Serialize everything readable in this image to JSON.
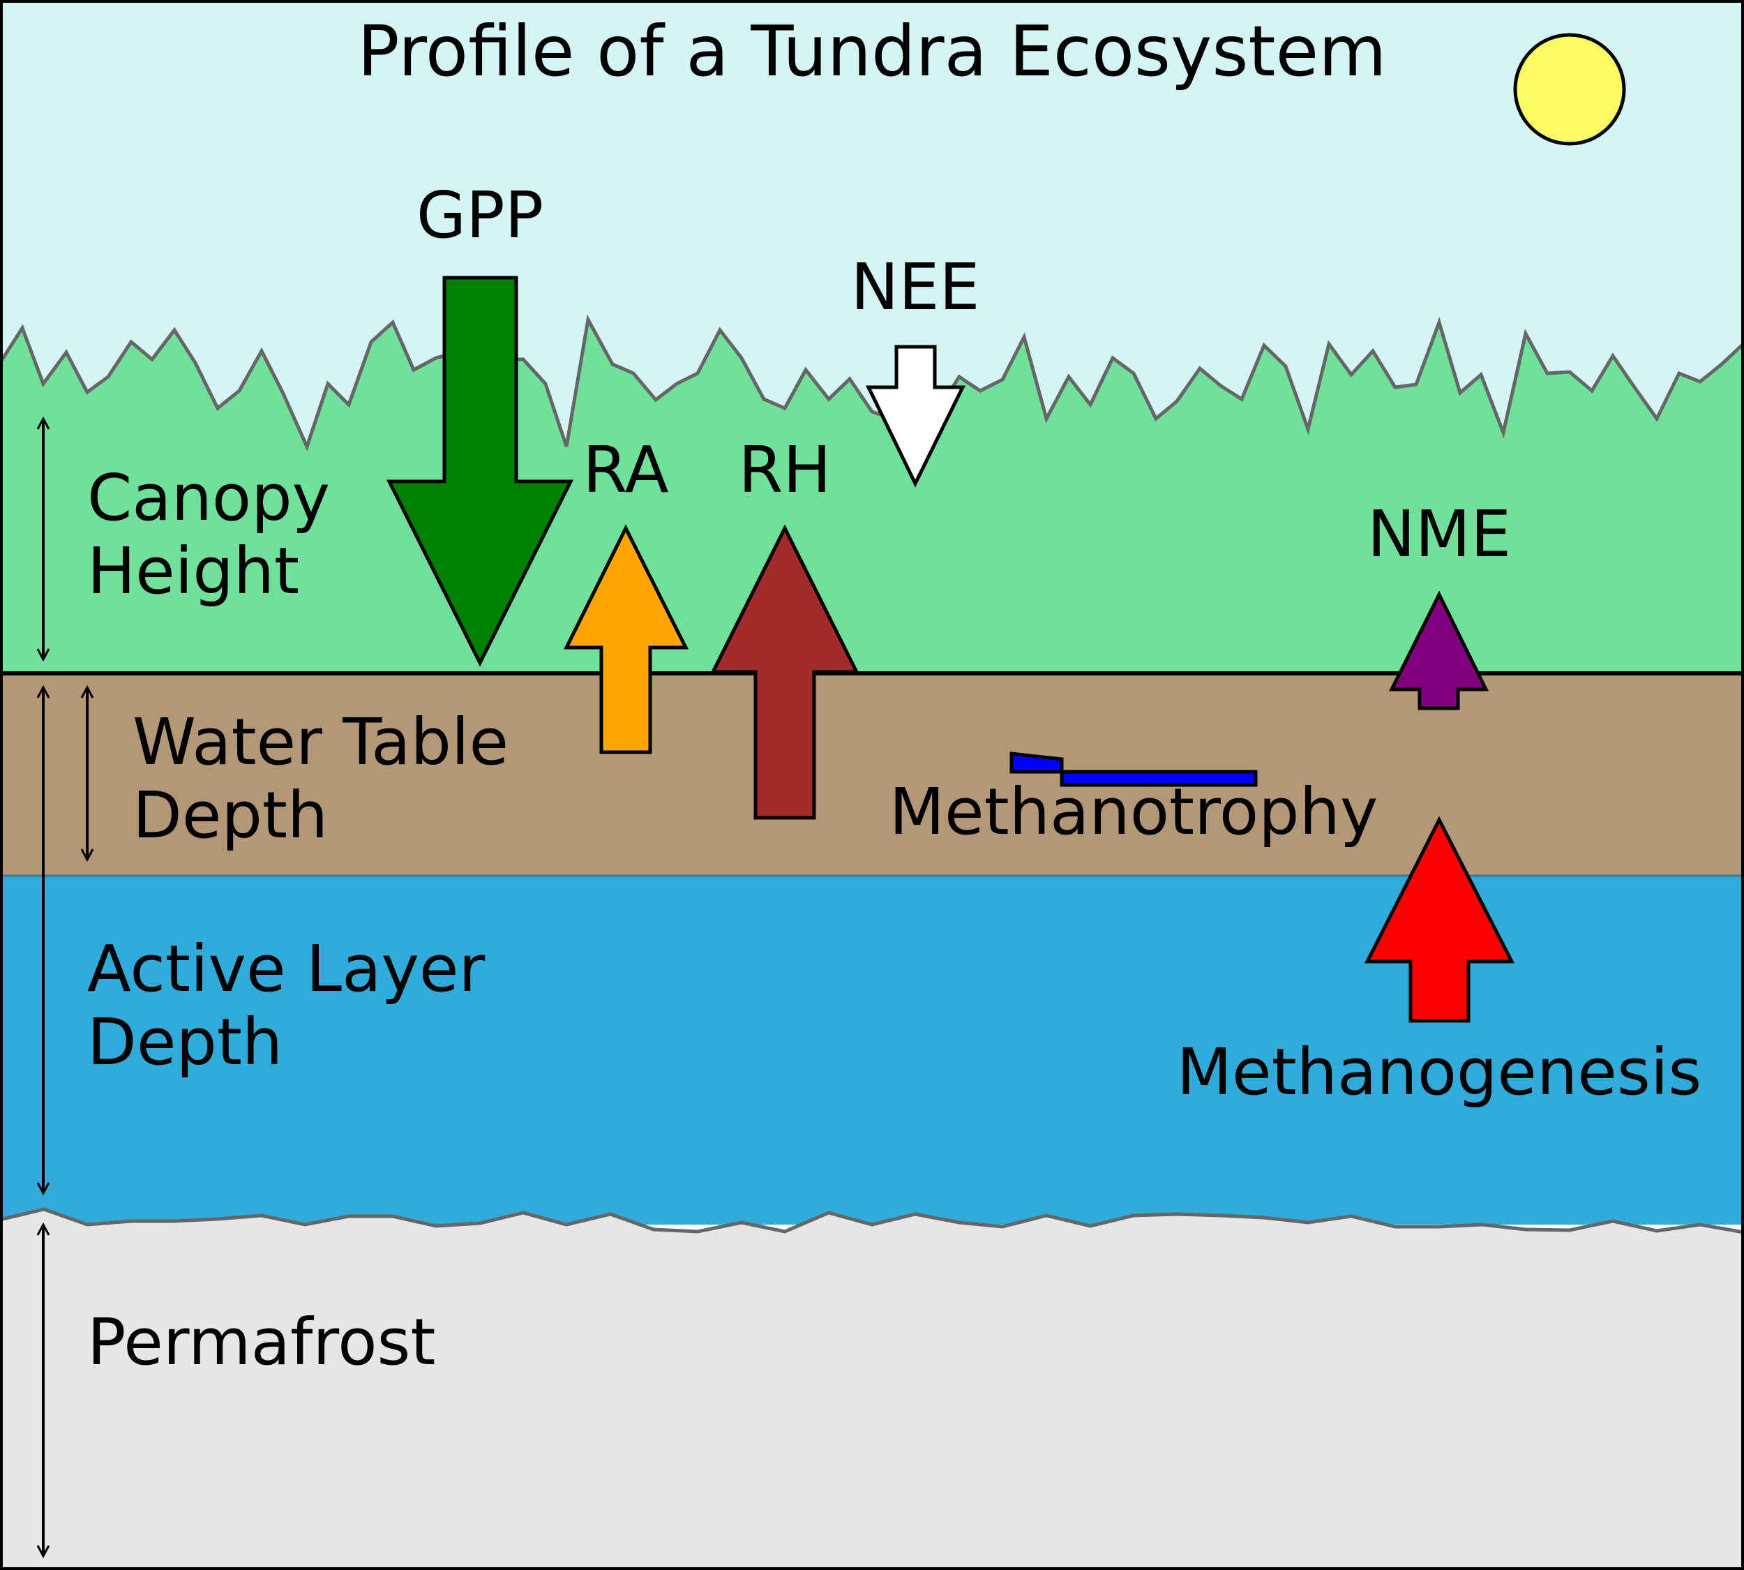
{
  "title": "Profile of a Tundra Ecosystem",
  "colors": {
    "sky": "#d4f4f6",
    "canopy": "#70e19a",
    "canopy_outline": "#666666",
    "soil": "#b39776",
    "water": "#31abda",
    "permafrost": "#e7e6e4",
    "sun": "#fbfb64",
    "gpp": "#008000",
    "ra": "#ffa500",
    "rh": "#a52a2a",
    "nee": "#ffffff",
    "nme": "#800080",
    "methanotrophy": "#0000ff",
    "methanogenesis": "#ff0000"
  },
  "icons": {
    "sun": "sun-icon"
  },
  "layers": {
    "canopy": [
      "Canopy",
      "Height"
    ],
    "water_table": [
      "Water Table",
      "Depth"
    ],
    "active_layer": [
      "Active Layer",
      "Depth"
    ],
    "permafrost": [
      "Permafrost"
    ]
  },
  "fluxes": {
    "gpp": "GPP",
    "ra": "RA",
    "rh": "RH",
    "nee": "NEE",
    "nme": "NME",
    "methanotrophy": "Methanotrophy",
    "methanogenesis": "Methanogenesis"
  }
}
